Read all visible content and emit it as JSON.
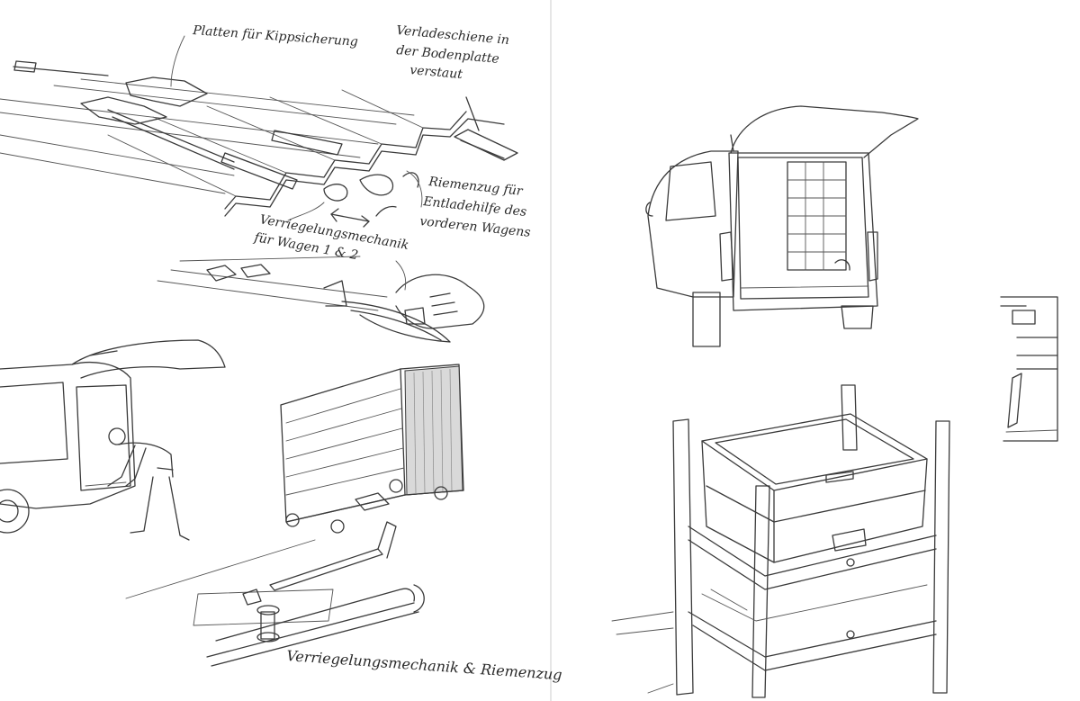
{
  "annotations": {
    "platten": "Platten für Kippsicherung",
    "verladeschiene_line1": "Verladeschiene in",
    "verladeschiene_line2": "der Bodenplatte",
    "verladeschiene_line3": "verstaut",
    "riemenzug_line1": "Riemenzug für",
    "riemenzug_line2": "Entladehilfe des",
    "riemenzug_line3": "vorderen Wagens",
    "verriegelung_line1": "Verriegelungsmechanik",
    "verriegelung_line2": "für Wagen 1 & 2",
    "bottom_caption": "Verriegelungsmechanik & Riemenzug"
  }
}
